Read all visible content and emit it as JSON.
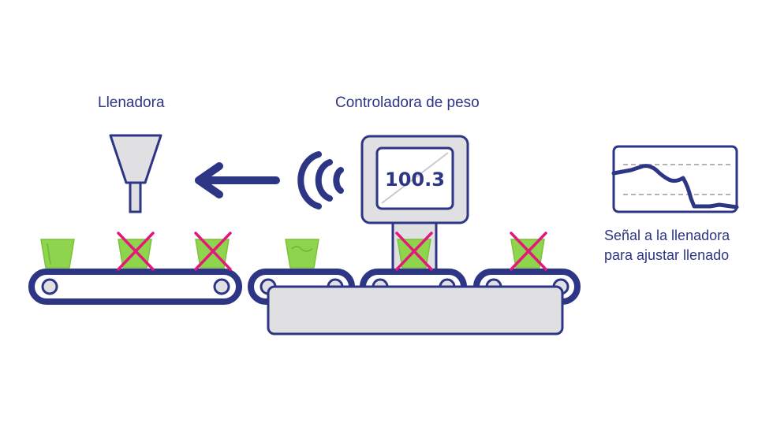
{
  "labels": {
    "filler": "Llenadora",
    "controller": "Controladora de peso",
    "signal_line1": "Señal a la llenadora",
    "signal_line2": "para ajustar llenado"
  },
  "display": {
    "value": "100.3"
  },
  "colors": {
    "navy": "#2d3585",
    "grey_fill": "#e0e0e2",
    "green_cup": "#8ed44d",
    "reject_x": "#e3187a",
    "rail": "#3a3f8f"
  },
  "icons": [
    "hopper-icon",
    "arrow-left-icon",
    "wireless-signal-icon",
    "reject-x-icon",
    "signal-graph-icon"
  ]
}
